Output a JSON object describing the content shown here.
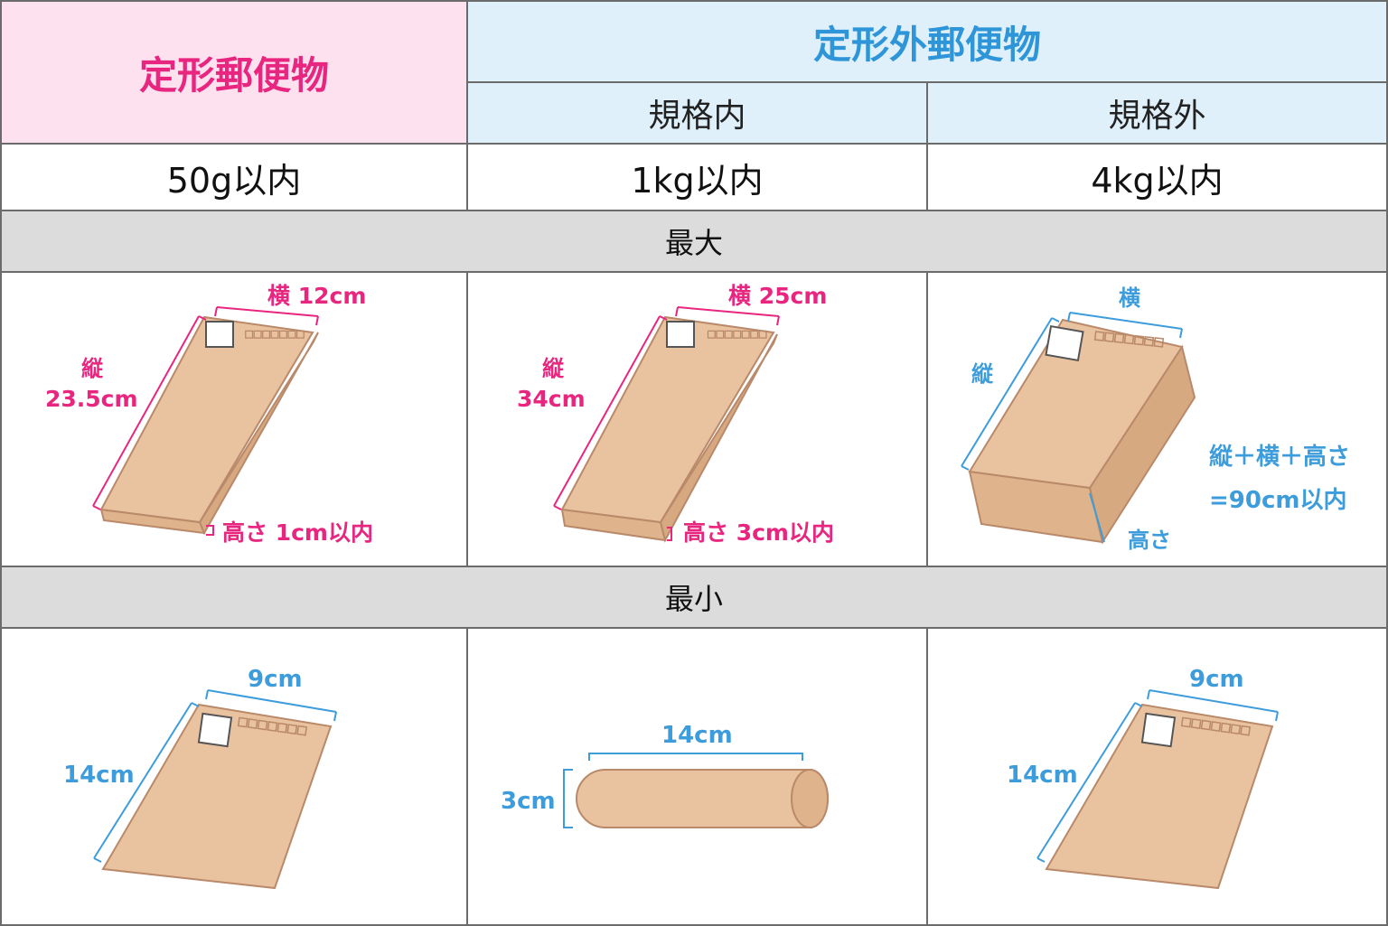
{
  "header": {
    "teikei": "定形郵便物",
    "teikeigai": "定形外郵便物",
    "kikakunai": "規格内",
    "kikakugai": "規格外"
  },
  "weights": {
    "teikei": "50g以内",
    "kikakunai": "1kg以内",
    "kikakugai": "4kg以内"
  },
  "sections": {
    "max": "最大",
    "min": "最小"
  },
  "max_labels": {
    "teikei": {
      "width": "横 12cm",
      "length_word": "縦",
      "length_value": "23.5cm",
      "height": "高さ 1cm以内"
    },
    "kikakunai": {
      "width": "横 25cm",
      "length_word": "縦",
      "length_value": "34cm",
      "height": "高さ 3cm以内"
    },
    "kikakugai": {
      "width": "横",
      "length": "縦",
      "height": "高さ",
      "sum_line1": "縦＋横＋高さ",
      "sum_line2": "=90cm以内"
    }
  },
  "min_labels": {
    "teikei": {
      "width": "9cm",
      "length": "14cm"
    },
    "kikakunai": {
      "length": "14cm",
      "diameter": "3cm"
    },
    "kikakugai": {
      "width": "9cm",
      "length": "14cm"
    }
  },
  "colors": {
    "pink": "#e8267f",
    "blue": "#3d9cdb",
    "box_fill": "#e9c29f",
    "box_stroke": "#b9896a"
  }
}
